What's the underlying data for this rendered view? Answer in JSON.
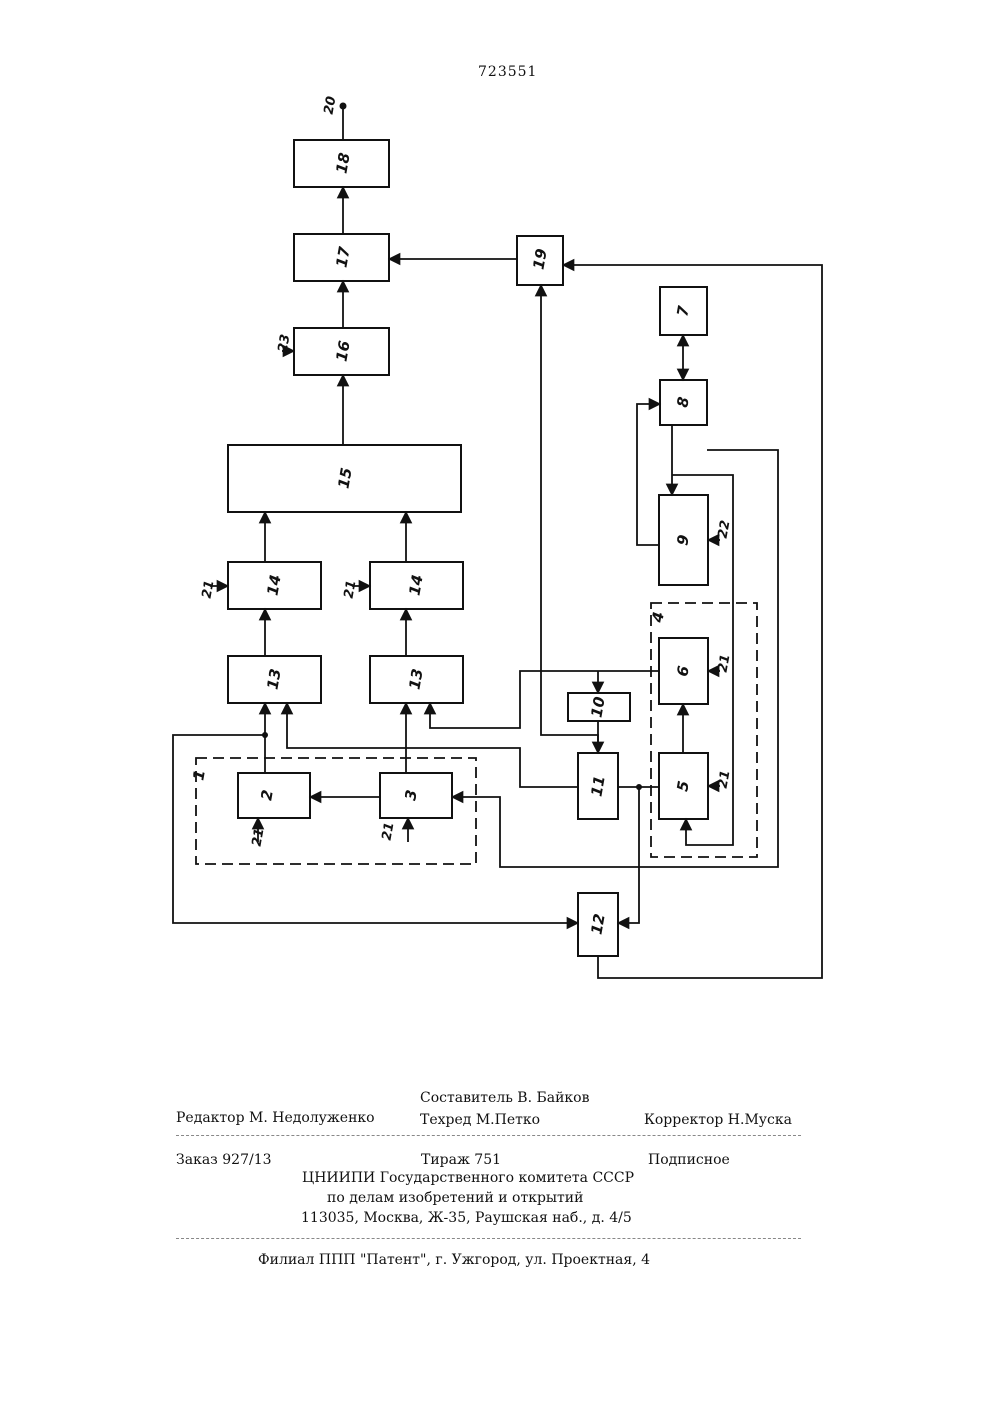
{
  "patent_number": "723551",
  "diagram": {
    "blocks": [
      "1",
      "2",
      "3",
      "4",
      "5",
      "6",
      "7",
      "8",
      "9",
      "10",
      "11",
      "12",
      "13",
      "13",
      "14",
      "14",
      "15",
      "16",
      "17",
      "18",
      "19"
    ],
    "output_terminal": "20",
    "control_inputs": [
      "21",
      "21",
      "21",
      "21",
      "21",
      "21",
      "22",
      "23"
    ]
  },
  "footer": {
    "compiler": "Составитель В. Байков",
    "editor": "Редактор М. Недолуженко",
    "techred": "Техред М.Петко",
    "corrector": "Корректор Н.Муска",
    "order": "Заказ 927/13",
    "circulation": "Тираж 751",
    "subscription": "Подписное",
    "org_line1": "ЦНИИПИ Государственного комитета СССР",
    "org_line2": "по делам изобретений и открытий",
    "org_line3": "113035, Москва, Ж-35, Раушская наб., д. 4/5",
    "branch": "Филиал ППП \"Патент\", г. Ужгород, ул. Проектная, 4"
  }
}
